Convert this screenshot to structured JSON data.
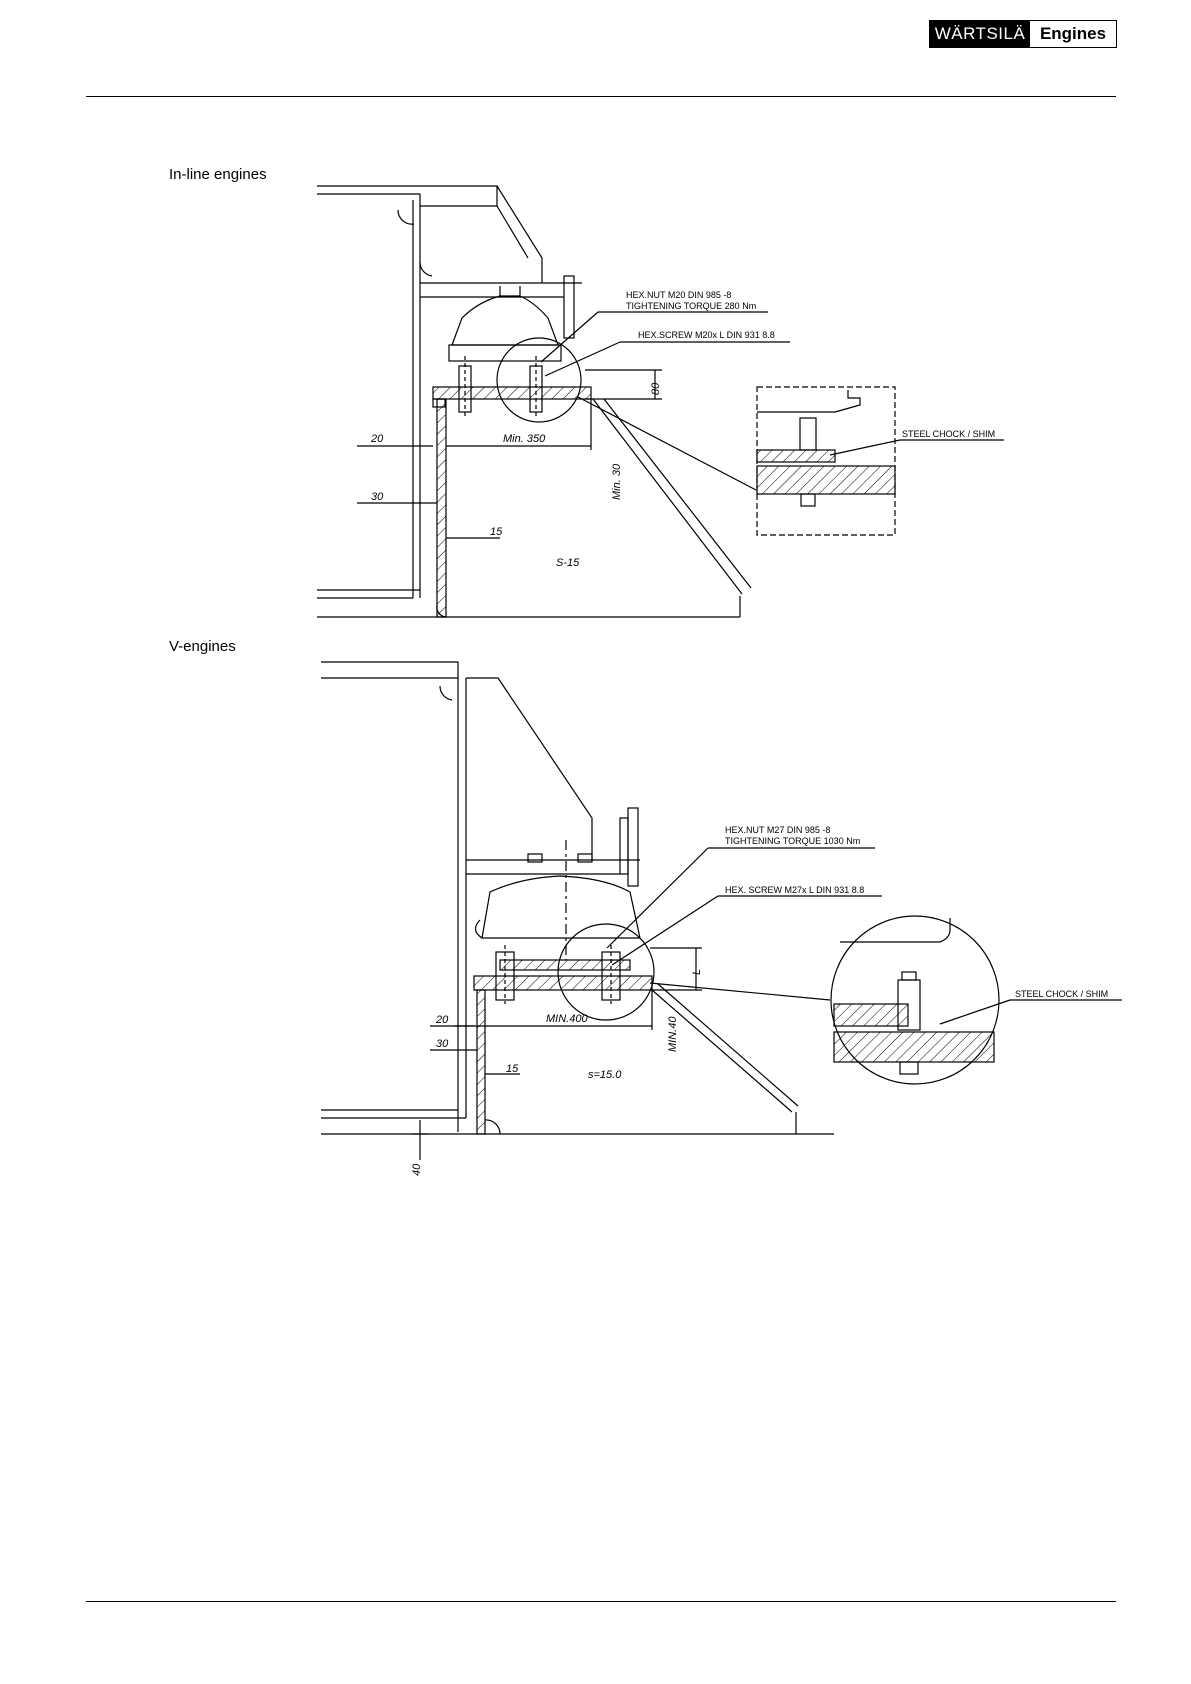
{
  "header": {
    "brand": "WÄRTSILÄ",
    "product": "Engines"
  },
  "inline": {
    "title": "In-line engines",
    "nut_label_1": "HEX.NUT M20 DIN 985 -8",
    "nut_label_2": "TIGHTENING TORQUE 280 Nm",
    "screw_label": "HEX.SCREW M20x L DIN 931 8.8",
    "chock_label": "STEEL CHOCK / SHIM",
    "dim_20": "20",
    "dim_30": "30",
    "dim_15": "15",
    "dim_min350": "Min. 350",
    "dim_80": "80",
    "dim_min30": "Min. 30",
    "plate": "S-15"
  },
  "vengine": {
    "title": "V-engines",
    "nut_label_1": "HEX.NUT M27 DIN 985 -8",
    "nut_label_2": "TIGHTENING TORQUE 1030 Nm",
    "screw_label": "HEX. SCREW M27x L DIN 931 8.8",
    "chock_label": "STEEL CHOCK / SHIM",
    "dim_20": "20",
    "dim_30": "30",
    "dim_15": "15",
    "dim_min400": "MIN.400",
    "dim_L": "L",
    "dim_min40": "MIN.40",
    "dim_40": "40",
    "plate": "s=15.0"
  }
}
